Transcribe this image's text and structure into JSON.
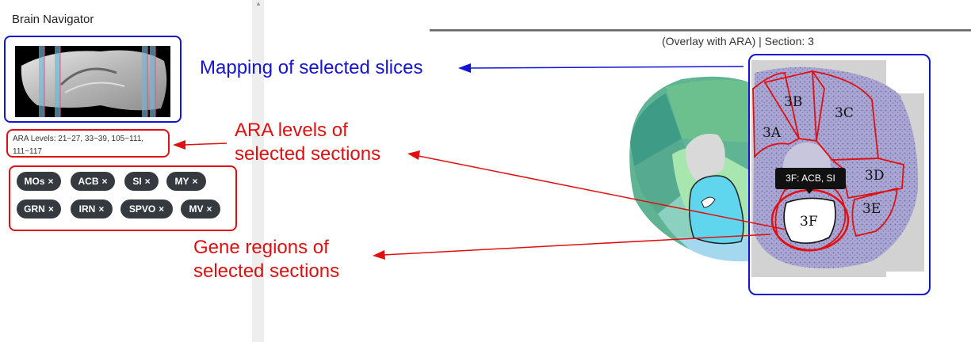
{
  "panel": {
    "title": "Brain Navigator",
    "ara_levels_label": "ARA Levels: 21~27, 33~39, 105~111,",
    "ara_levels_cont": "111~117",
    "tags": [
      {
        "label": "MOs"
      },
      {
        "label": "ACB"
      },
      {
        "label": "SI"
      },
      {
        "label": "MY"
      },
      {
        "label": "GRN"
      },
      {
        "label": "IRN"
      },
      {
        "label": "SPVO"
      },
      {
        "label": "MV"
      }
    ],
    "tag_remove_glyph": "×"
  },
  "viewer": {
    "section_title": "(Overlay with ARA) | Section: 3",
    "tooltip": "3F: ACB, SI",
    "regions": [
      "3A",
      "3B",
      "3C",
      "3D",
      "3E",
      "3F"
    ]
  },
  "annotations": {
    "mapping": "Mapping of selected slices",
    "ara_line1": "ARA levels of",
    "ara_line2": "selected sections",
    "gene_line1": "Gene regions of",
    "gene_line2": "selected sections"
  },
  "colors": {
    "annotation_blue": "#1414d6",
    "annotation_red": "#e01010",
    "tag_bg": "#343a40",
    "nissl_purple": "#9a94c8"
  },
  "icons": [
    "remove-x-icon",
    "scroll-up-arrow-icon"
  ]
}
